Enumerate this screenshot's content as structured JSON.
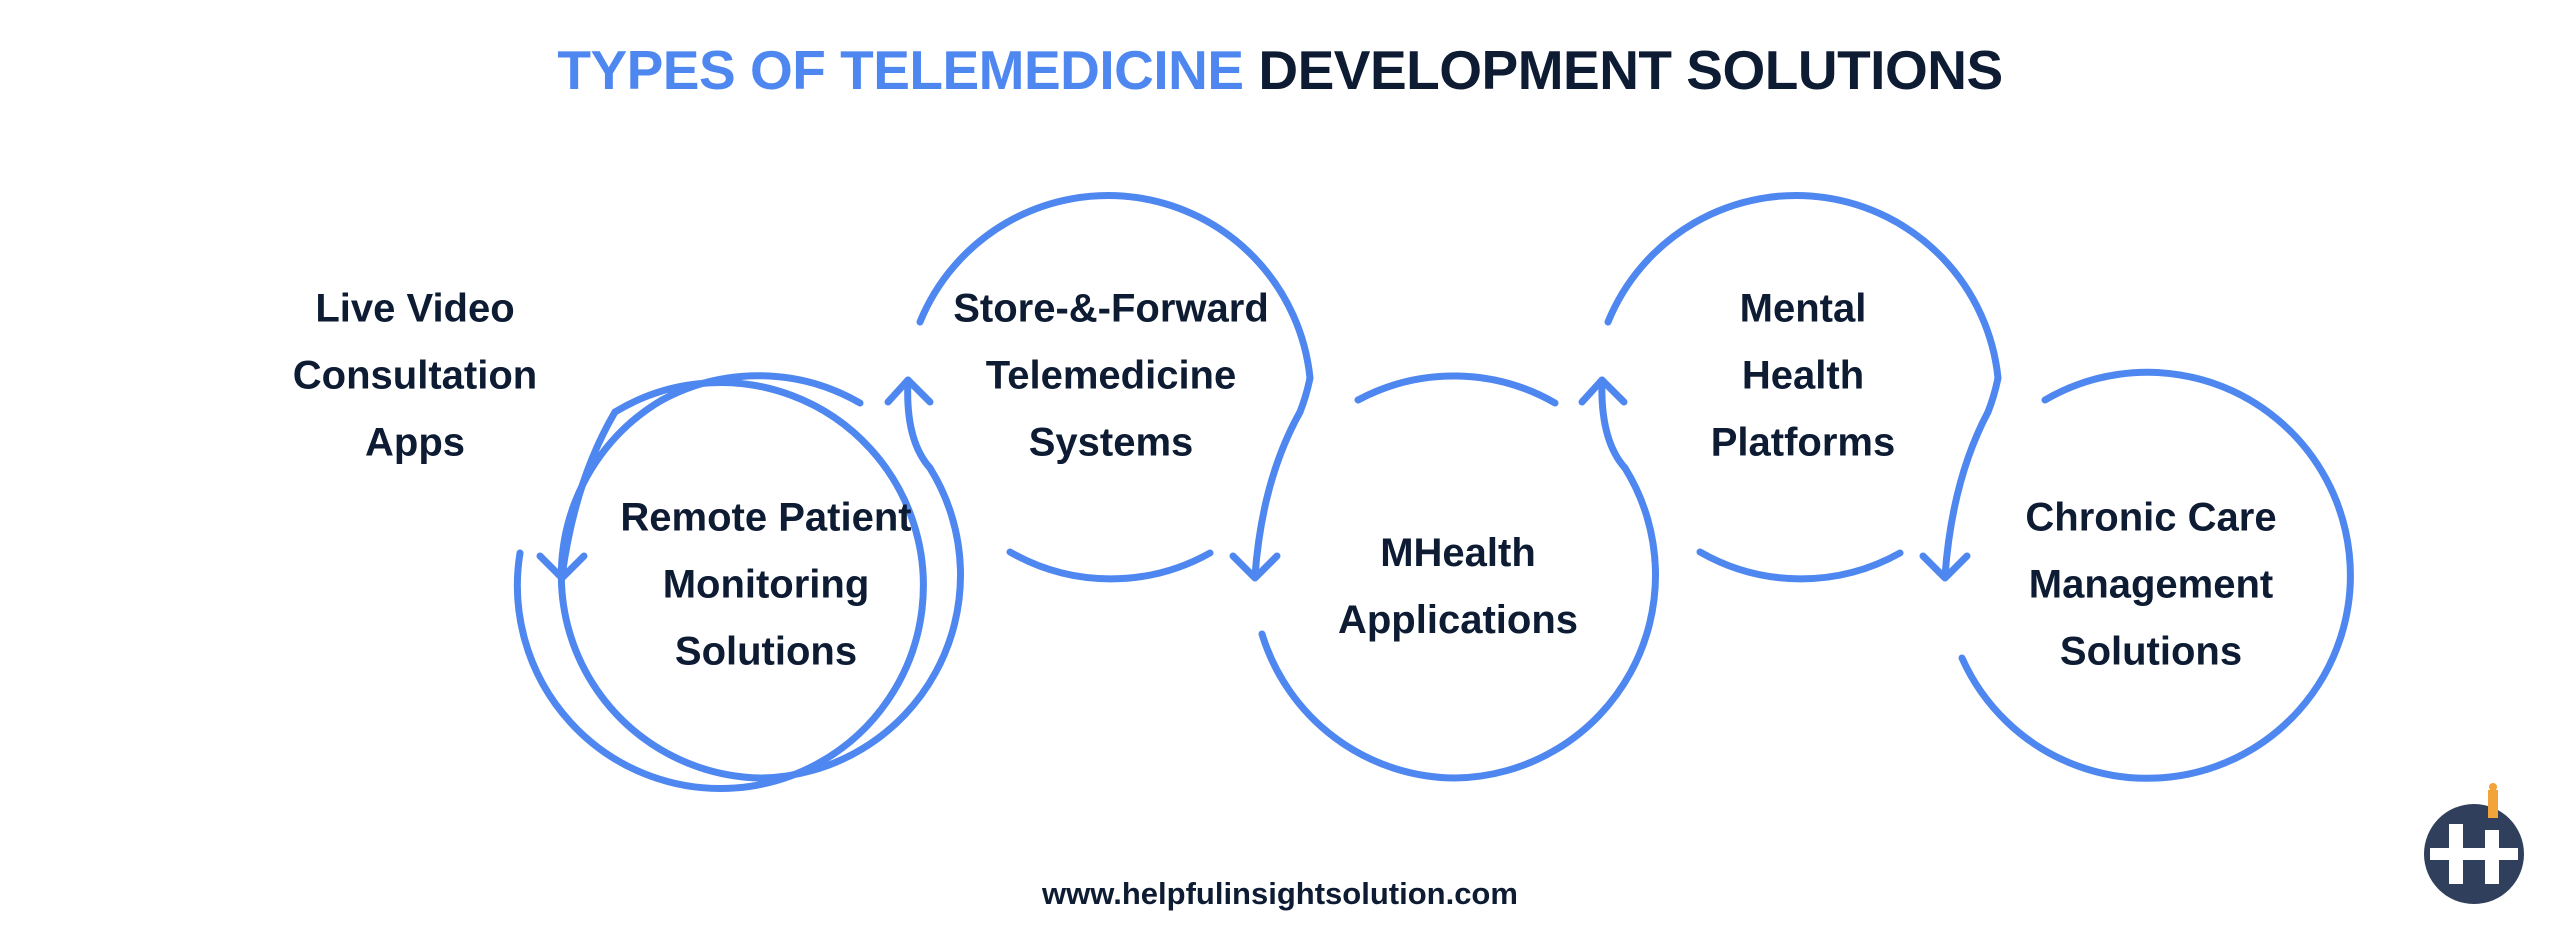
{
  "title": {
    "accent": "TYPES OF TELEMEDICINE",
    "main": "DEVELOPMENT SOLUTIONS"
  },
  "steps": [
    {
      "lines": [
        "Live Video",
        "Consultation",
        "Apps"
      ]
    },
    {
      "lines": [
        "Remote Patient",
        "Monitoring",
        "Solutions"
      ]
    },
    {
      "lines": [
        "Store-&-Forward",
        "Telemedicine",
        "Systems"
      ]
    },
    {
      "lines": [
        "MHealth",
        "Applications"
      ]
    },
    {
      "lines": [
        "Mental",
        "Health",
        "Platforms"
      ]
    },
    {
      "lines": [
        "Chronic Care",
        "Management",
        "Solutions"
      ]
    }
  ],
  "footer": {
    "website": "www.helpfulinsightsolution.com"
  },
  "logo": {
    "icon": "helpful-insight-logo-icon"
  },
  "colors": {
    "accent": "#4f87f0",
    "text": "#0d1b33",
    "logo_dark": "#2f3f5c",
    "logo_orange": "#f2a33a"
  }
}
